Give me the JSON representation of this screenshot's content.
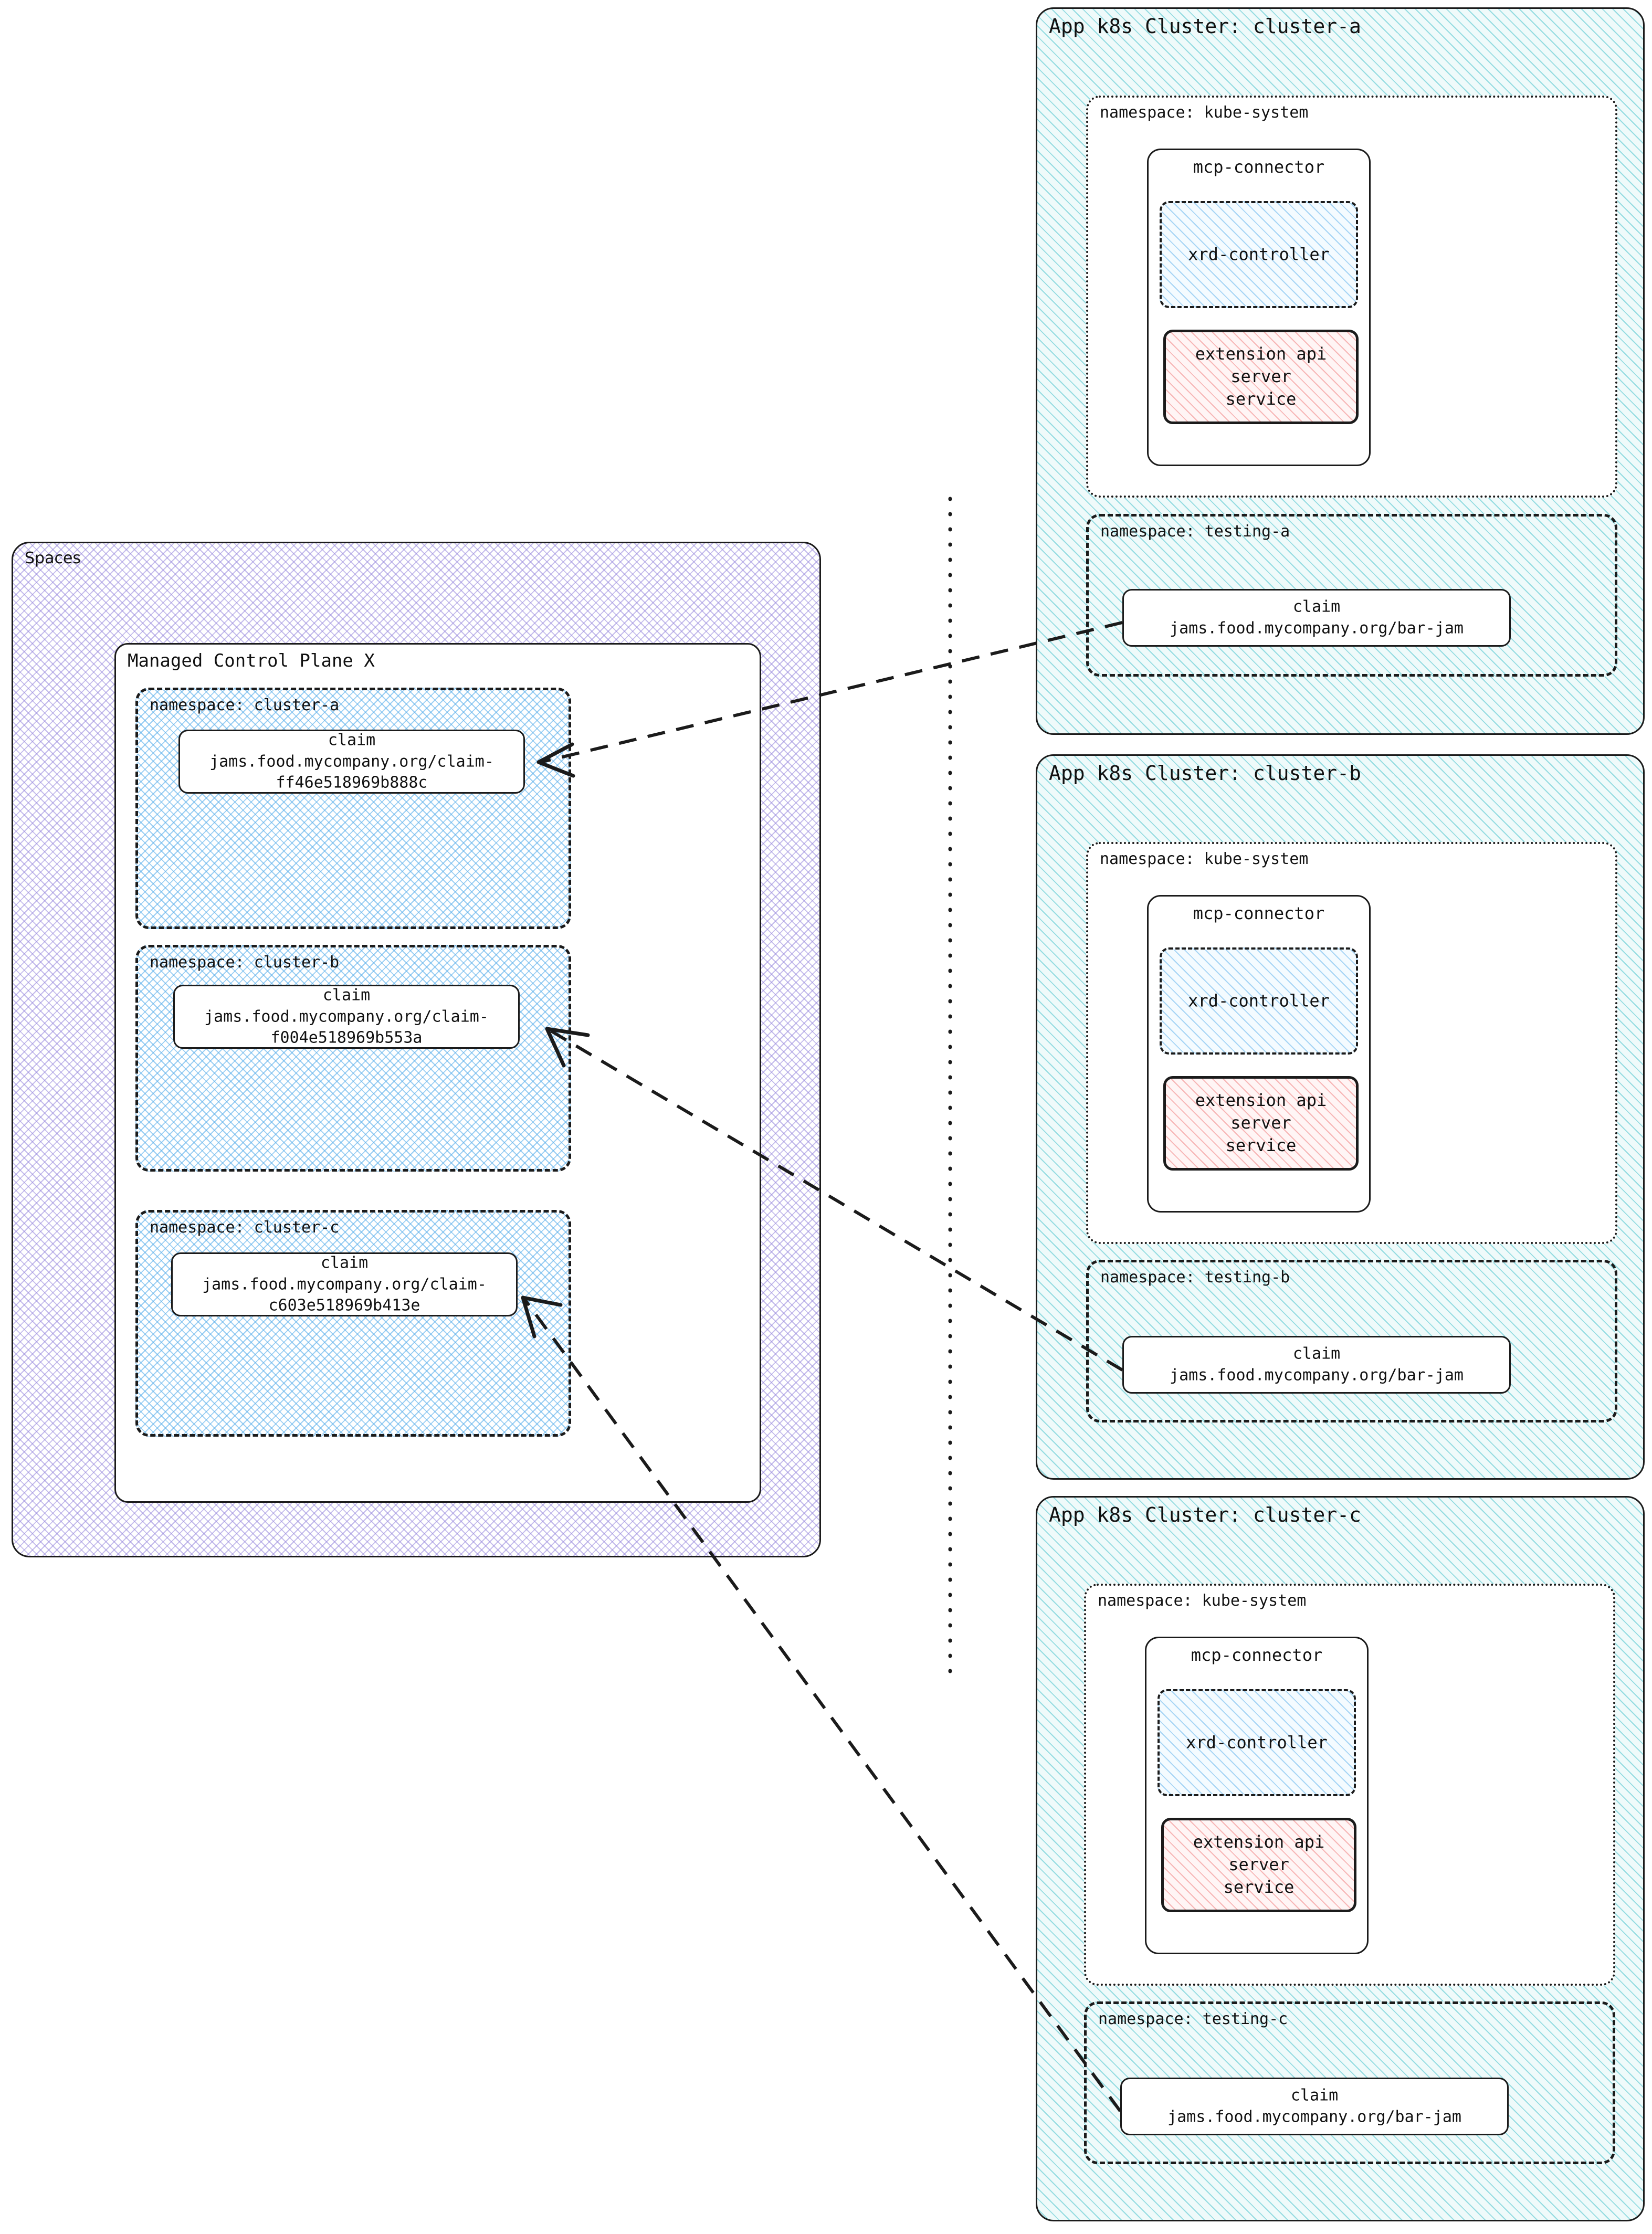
{
  "spaces": {
    "label": "Spaces",
    "control_plane": {
      "label": "Managed Control Plane X",
      "namespaces": [
        {
          "label": "namespace: cluster-a",
          "claim": {
            "kind": "claim",
            "ref": "jams.food.mycompany.org/claim-\nff46e518969b888c"
          }
        },
        {
          "label": "namespace: cluster-b",
          "claim": {
            "kind": "claim",
            "ref": "jams.food.mycompany.org/claim-\nf004e518969b553a"
          }
        },
        {
          "label": "namespace: cluster-c",
          "claim": {
            "kind": "claim",
            "ref": "jams.food.mycompany.org/claim-\nc603e518969b413e"
          }
        }
      ]
    }
  },
  "clusters": [
    {
      "title": "App k8s Cluster: cluster-a",
      "kube_system": {
        "label": "namespace: kube-system",
        "connector": {
          "title": "mcp-connector",
          "xrd_controller": "xrd-controller",
          "extension_api": "extension api server\nservice"
        }
      },
      "testing": {
        "label": "namespace: testing-a",
        "claim": {
          "kind": "claim",
          "ref": "jams.food.mycompany.org/bar-jam"
        }
      }
    },
    {
      "title": "App k8s Cluster: cluster-b",
      "kube_system": {
        "label": "namespace: kube-system",
        "connector": {
          "title": "mcp-connector",
          "xrd_controller": "xrd-controller",
          "extension_api": "extension api server\nservice"
        }
      },
      "testing": {
        "label": "namespace: testing-b",
        "claim": {
          "kind": "claim",
          "ref": "jams.food.mycompany.org/bar-jam"
        }
      }
    },
    {
      "title": "App k8s Cluster: cluster-c",
      "kube_system": {
        "label": "namespace: kube-system",
        "connector": {
          "title": "mcp-connector",
          "xrd_controller": "xrd-controller",
          "extension_api": "extension api server\nservice"
        }
      },
      "testing": {
        "label": "namespace: testing-c",
        "claim": {
          "kind": "claim",
          "ref": "jams.food.mycompany.org/bar-jam"
        }
      }
    }
  ],
  "colors": {
    "stroke": "#1b1b1b",
    "spaces_hatch": "#9687dc",
    "namespace_hatch": "#5aafeb",
    "cluster_hatch": "#3cbec8",
    "extension_hatch": "#f08282"
  }
}
